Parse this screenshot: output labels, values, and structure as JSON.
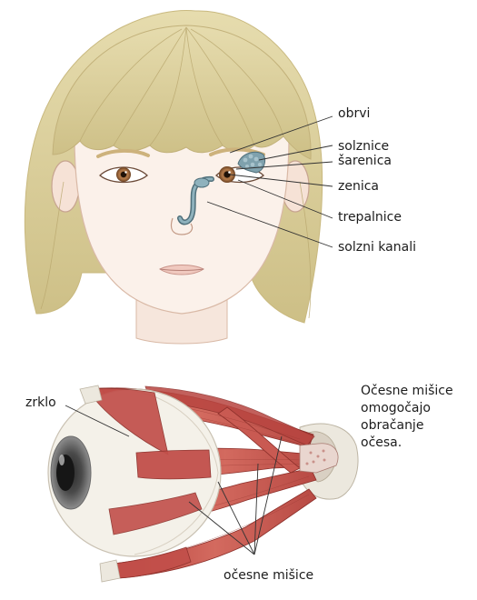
{
  "face_labels": {
    "obrvi": "obrvi",
    "solznice": "solznice",
    "sarenica": "šarenica",
    "zenica": "zenica",
    "trepalnice": "trepalnice",
    "solzni_kanali": "solzni kanali"
  },
  "eye_labels": {
    "zrklo": "zrklo",
    "ocesne_misice": "očesne mišice"
  },
  "caption_lines": [
    "Očesne mišice",
    "omogočajo",
    "obračanje",
    "očesa."
  ],
  "colors": {
    "hair": "#dccf9a",
    "skin": "#fbf1ea",
    "iris": "#b27a4a",
    "muscle": "#c24f4a",
    "tendon": "#ece8de",
    "tear_duct": "#7fa1ad"
  }
}
